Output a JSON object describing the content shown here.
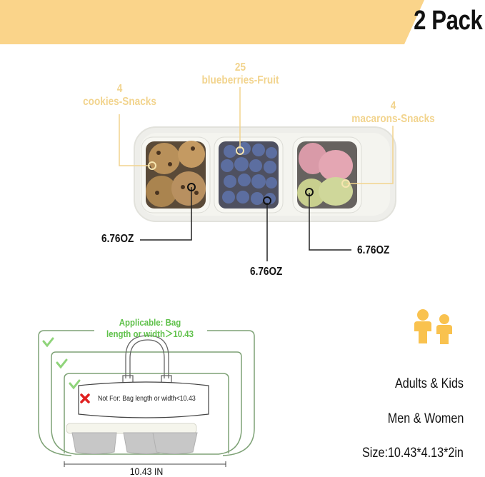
{
  "header": {
    "title": "2 Pack",
    "banner_color": "#fad48a"
  },
  "callouts": {
    "cookies": {
      "count": "4",
      "label": "cookies-Snacks"
    },
    "blueberries": {
      "count": "25",
      "label": "blueberries-Fruit"
    },
    "macarons": {
      "count": "4",
      "label": "macarons-Snacks"
    },
    "accent_color": "#f2d48e"
  },
  "capacities": {
    "left": "6.76OZ",
    "middle": "6.76OZ",
    "right": "6.76OZ"
  },
  "bag_fit": {
    "applicable_line1": "Applicable: Bag",
    "applicable_line2": "length or width＞10.43",
    "not_for": "Not For: Bag length or width<10.43",
    "dimension": "10.43 IN",
    "green_color": "#5fc14a",
    "frame_color": "#6a9a5e",
    "x_color": "#e02020"
  },
  "features": {
    "icon": "people-icon",
    "audience1": "Adults & Kids",
    "audience2": "Men & Women",
    "size": "Size:10.43*4.13*2in",
    "icon_color": "#f9c24f"
  }
}
